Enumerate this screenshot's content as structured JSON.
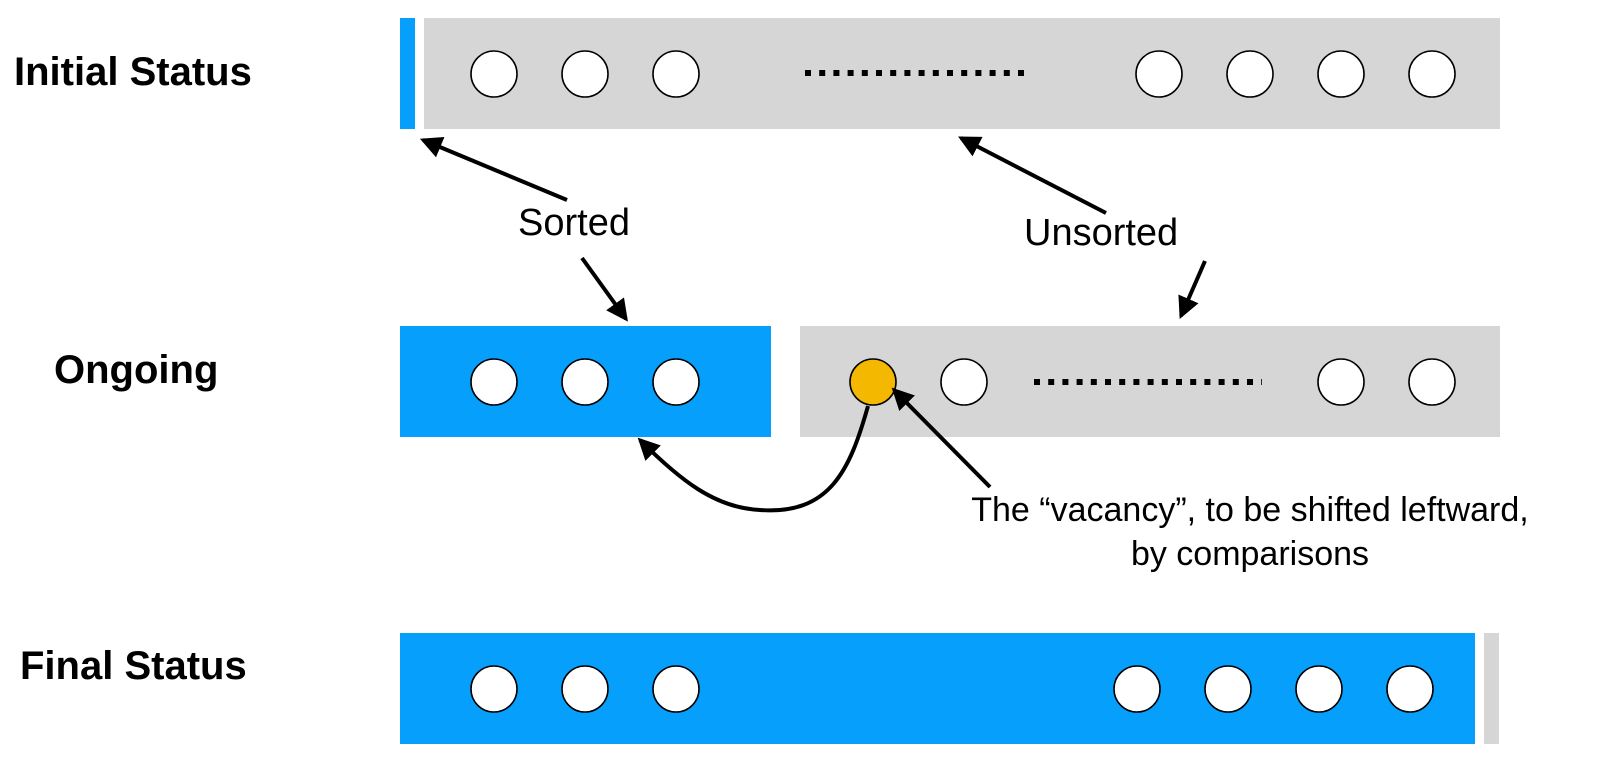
{
  "colors": {
    "sorted": "#06a0fc",
    "unsorted": "#d6d6d6",
    "vacancy": "#f5b800",
    "element": "#ffffff",
    "stroke": "#000000"
  },
  "rows": {
    "initial": {
      "label": "Initial Status"
    },
    "ongoing": {
      "label": "Ongoing"
    },
    "final": {
      "label": "Final Status"
    }
  },
  "annotations": {
    "sorted": "Sorted",
    "unsorted": "Unsorted",
    "vacancy_line1": "The “vacancy”, to be shifted leftward,",
    "vacancy_line2": "by comparisons"
  },
  "icons": {
    "element": "circle",
    "ellipsis": "dotted-line",
    "arrow": "arrow"
  }
}
